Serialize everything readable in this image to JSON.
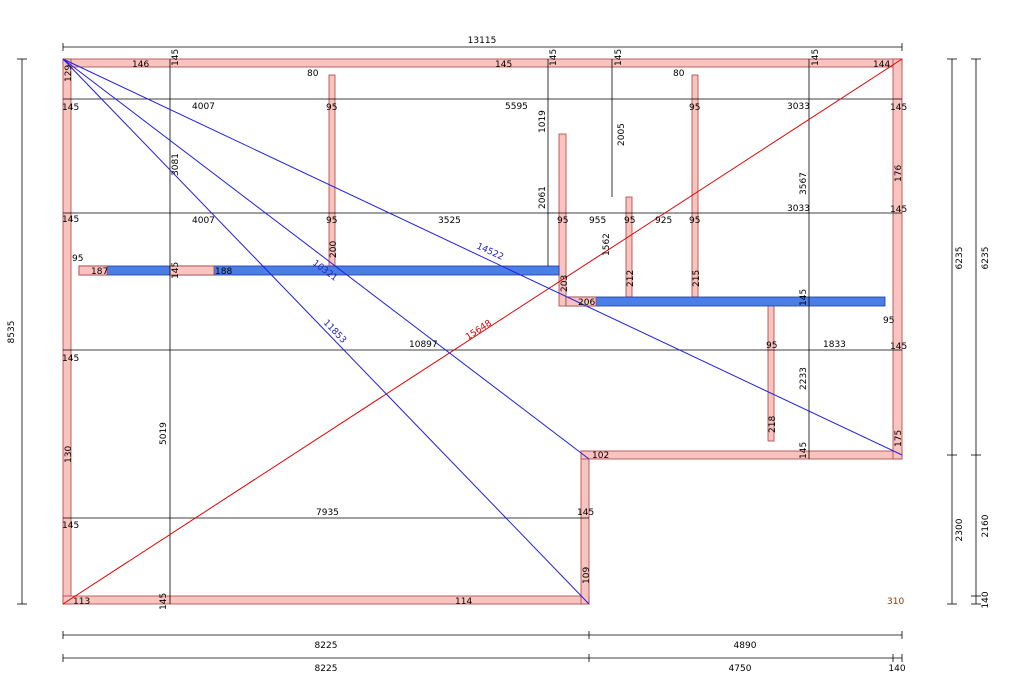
{
  "overall": {
    "width": "13115",
    "height": "8535",
    "right_top": "6235",
    "right_top_b": "6235",
    "right_bottom": "2300",
    "right_bottom_b": "2160",
    "right_bottom_c": "140"
  },
  "bottom_dims": {
    "row1_left": "8225",
    "row1_right": "4890",
    "row2_left": "8225",
    "row2_mid": "4750",
    "row2_right": "140"
  },
  "wall_labels": {
    "top_146": "146",
    "top_145a": "145",
    "top_80a": "80",
    "top_145b": "145",
    "top_145c": "145",
    "top_145d": "145",
    "top_80b": "80",
    "top_145e": "145",
    "top_144": "144",
    "left_129": "129",
    "left_145a": "145",
    "left_145b": "145",
    "left_145c": "145",
    "left_130": "130",
    "left_145d": "145",
    "right_145a": "145",
    "right_176": "176",
    "right_145b": "145",
    "right_145c": "145",
    "right_175": "175",
    "bottom_113": "113",
    "bottom_145": "145",
    "bottom_114": "114",
    "bottom_310": "310",
    "inner_145_7935": "145",
    "inner_109": "109",
    "inner_102": "102",
    "inner_145_step": "145"
  },
  "row_dims": {
    "r1_a": "4007",
    "r1_b": "5595",
    "r1_c": "3033",
    "r1_95a": "95",
    "r1_95b": "95",
    "r2_a": "4007",
    "r2_b": "3525",
    "r2_c": "955",
    "r2_d": "925",
    "r2_e": "3033",
    "r2_95a": "95",
    "r2_95b": "95",
    "r2_95c": "95",
    "r2_95d": "95",
    "r3_a": "10897",
    "r3_b": "1833",
    "r3_95": "95",
    "r4_a": "7935"
  },
  "vertical_dims": {
    "v_3081": "3081",
    "v_5019": "5019",
    "v_1019": "1019",
    "v_2061": "2061",
    "v_2005": "2005",
    "v_1562": "1562",
    "v_3567": "3567",
    "v_2233": "2233",
    "v_200": "200",
    "v_203": "203",
    "v_212": "212",
    "v_215": "215",
    "v_218": "218"
  },
  "beams": {
    "b1_95": "95",
    "b1_187": "187",
    "b1_145": "145",
    "b1_188": "188",
    "b2_206": "206",
    "b2_145": "145",
    "b2_95": "95"
  },
  "diagonals": {
    "red": "15648",
    "blue_a": "14522",
    "blue_b": "10321",
    "blue_c": "11853"
  },
  "colors": {
    "wall_fill": "#f7c4bf",
    "wall_stroke": "#b04040",
    "beam_fill": "#4c7ee8",
    "diagonal_red": "#e00000",
    "diagonal_blue": "#2020e0"
  }
}
